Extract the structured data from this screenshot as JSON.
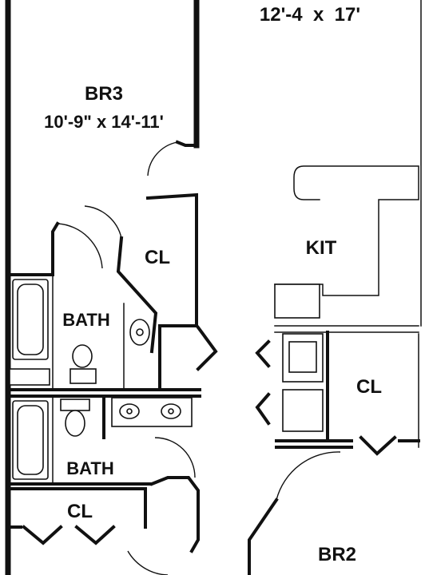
{
  "rooms": {
    "living": {
      "dims": "12'-4  x  17'"
    },
    "br3": {
      "name": "BR3",
      "dims": "10'-9\" x 14'-11'"
    },
    "cl_br3": {
      "name": "CL"
    },
    "kit": {
      "name": "KIT"
    },
    "bath1": {
      "name": "BATH"
    },
    "cl_mid": {
      "name": "CL"
    },
    "bath2": {
      "name": "BATH"
    },
    "cl_bottom": {
      "name": "CL"
    },
    "br2": {
      "name": "BR2"
    }
  },
  "colors": {
    "ink": "#111111",
    "paper": "#ffffff"
  }
}
